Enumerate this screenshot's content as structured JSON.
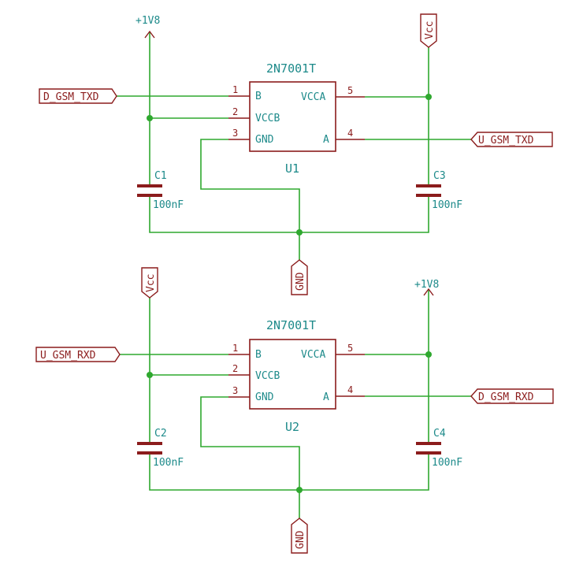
{
  "schematic": {
    "u1": {
      "part": "2N7001T",
      "ref": "U1",
      "pins": [
        {
          "num": "1",
          "name": "B"
        },
        {
          "num": "2",
          "name": "VCCB"
        },
        {
          "num": "3",
          "name": "GND"
        },
        {
          "num": "5",
          "name": "VCCA"
        },
        {
          "num": "4",
          "name": "A"
        }
      ]
    },
    "u2": {
      "part": "2N7001T",
      "ref": "U2",
      "pins": [
        {
          "num": "1",
          "name": "B"
        },
        {
          "num": "2",
          "name": "VCCB"
        },
        {
          "num": "3",
          "name": "GND"
        },
        {
          "num": "5",
          "name": "VCCA"
        },
        {
          "num": "4",
          "name": "A"
        }
      ]
    },
    "caps": {
      "c1": {
        "ref": "C1",
        "value": "100nF"
      },
      "c2": {
        "ref": "C2",
        "value": "100nF"
      },
      "c3": {
        "ref": "C3",
        "value": "100nF"
      },
      "c4": {
        "ref": "C4",
        "value": "100nF"
      }
    },
    "power": {
      "top_left": "+1V8",
      "top_right": "Vcc",
      "bottom_left": "Vcc",
      "bottom_right": "+1V8",
      "gnd_top": "GND",
      "gnd_bottom": "GND"
    },
    "labels": {
      "d_gsm_txd": "D_GSM_TXD",
      "u_gsm_txd": "U_GSM_TXD",
      "u_gsm_rxd": "U_GSM_RXD",
      "d_gsm_rxd": "D_GSM_RXD"
    }
  }
}
